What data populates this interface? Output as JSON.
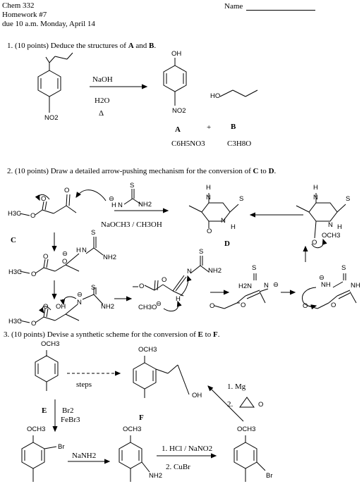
{
  "header": {
    "course": "Chem 332",
    "assignment": "Homework #7",
    "due": "due 10 a.m. Monday, April 14",
    "name_label": "Name"
  },
  "q1": {
    "prompt_pre": "1. (10 points) Deduce the structures of ",
    "A": "A",
    "and": " and ",
    "B": "B",
    "period": ".",
    "reagents": [
      "NaOH",
      "H2O",
      "Δ"
    ],
    "nitro_label": "NO2",
    "phenol_oh": "OH",
    "propanol_ho": "HO",
    "label_A": "A",
    "plus": "+",
    "label_B": "B",
    "formula_A": "C6H5NO3",
    "formula_B": "C3H8O"
  },
  "q2": {
    "prompt_pre": "2. (10 points)  Draw a detailed arrow-pushing mechanism for the conversion of   ",
    "C": "C",
    "to": " to ",
    "D": "D",
    "period": ".",
    "reagents": "NaOCH3 / CH3OH",
    "label_C": "C",
    "label_D": "D",
    "atoms": {
      "h3c": "H3C",
      "o": "O",
      "h": "H",
      "n": "N",
      "s": "S",
      "nh2": "NH2",
      "h2n": "H2N",
      "hn": "HN",
      "nh": "NH",
      "oh": "OH",
      "och3": "OCH3",
      "ch3o": "CH3O",
      "minus": "⊖"
    }
  },
  "q3": {
    "prompt_pre": "3.  (10 points)  Devise a synthetic scheme for the conversion of  ",
    "E": "E",
    "to": " to ",
    "F": "F",
    "period": ".",
    "och3": "OCH3",
    "steps": "steps",
    "label_E": "E",
    "label_F": "F",
    "oh": "OH",
    "retro_1": "1. Mg",
    "retro_2": "2.",
    "epoxide_o": "O",
    "bromination": [
      "Br2",
      "FeBr3"
    ],
    "br": "Br",
    "nanh2": "NaNH2",
    "nh2": "NH2",
    "sandmeyer_1": "1. HCl / NaNO2",
    "sandmeyer_2": "2. CuBr"
  }
}
